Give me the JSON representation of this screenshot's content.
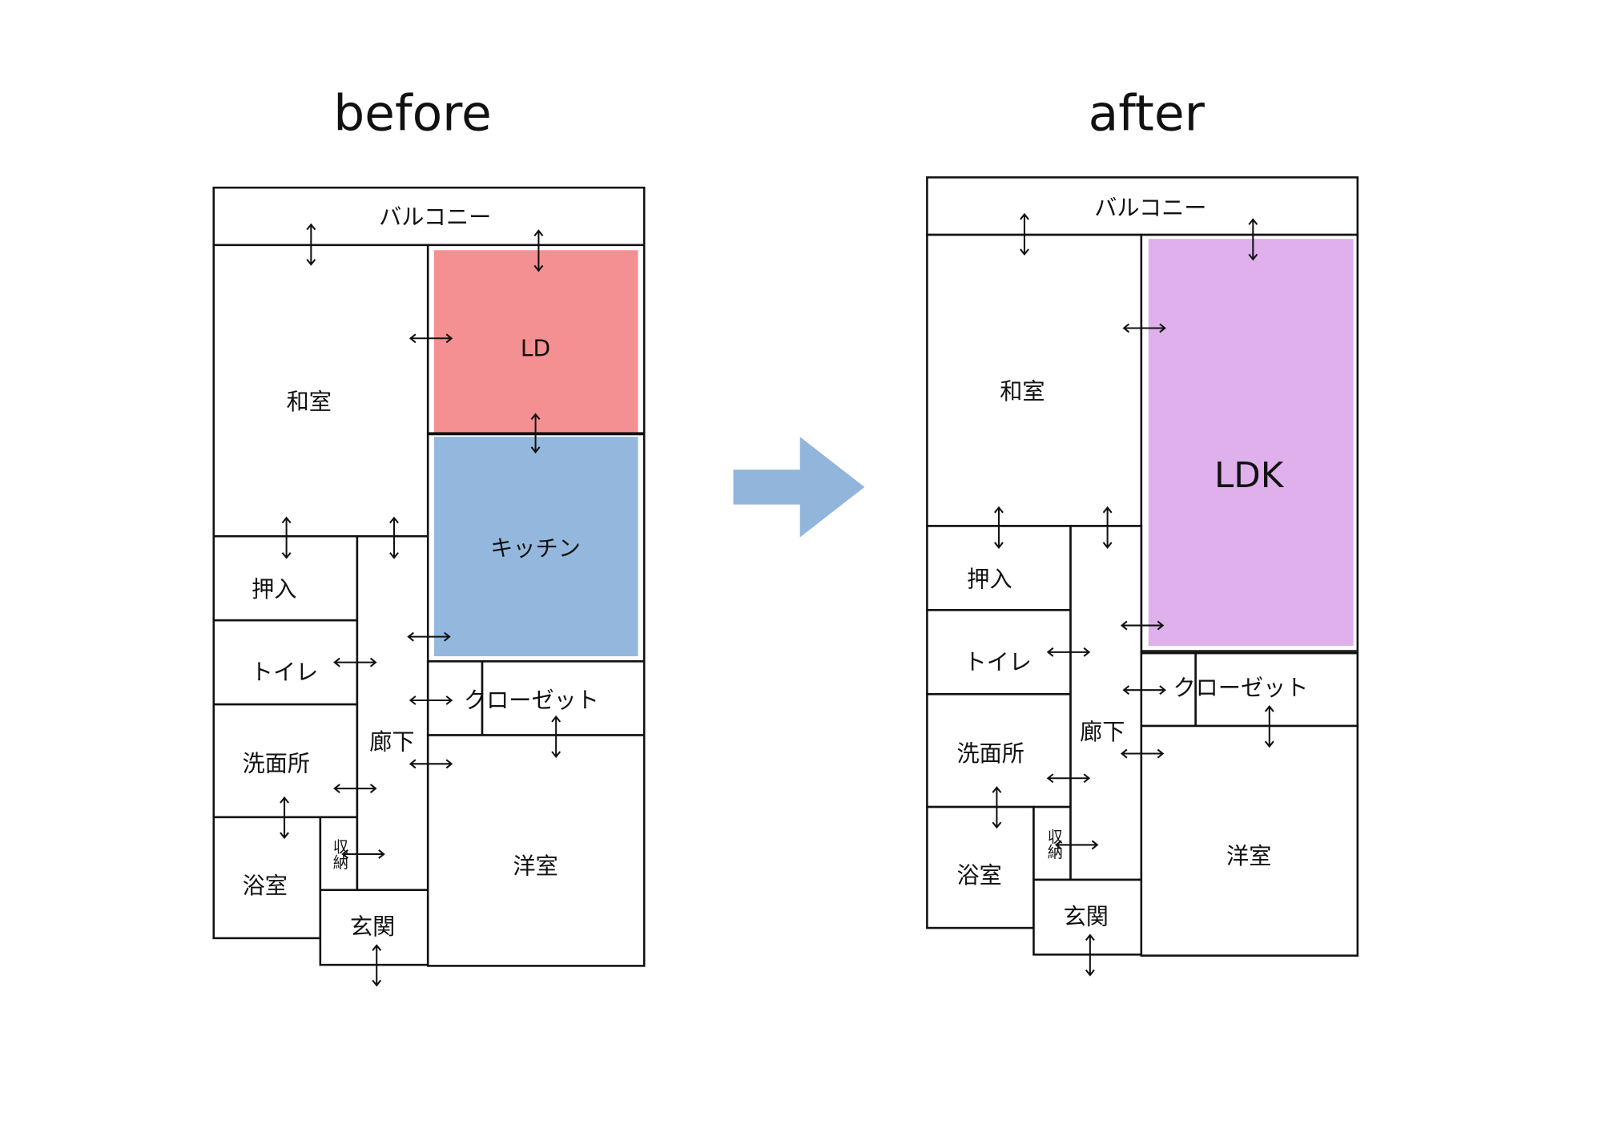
{
  "before": {
    "title": "before",
    "rooms": {
      "balcony": "バルコニー",
      "washitsu": "和室",
      "ld": "LD",
      "kitchen": "キッチン",
      "oshiire": "押入",
      "toilet": "トイレ",
      "senmenjo": "洗面所",
      "corridor": "廊下",
      "bath": "浴室",
      "storage": "収納",
      "entrance": "玄関",
      "closet": "クローゼット",
      "youshitsu": "洋室"
    }
  },
  "after": {
    "title": "after",
    "rooms": {
      "balcony": "バルコニー",
      "washitsu": "和室",
      "ldk": "LDK",
      "oshiire": "押入",
      "toilet": "トイレ",
      "senmenjo": "洗面所",
      "corridor": "廊下",
      "bath": "浴室",
      "storage": "収納",
      "entrance": "玄関",
      "closet": "クローゼット",
      "youshitsu": "洋室"
    }
  },
  "colors": {
    "ld": "#f59092",
    "kitchen": "#94b8dd",
    "ldk": "#dfb0ec",
    "transition_arrow": "#92b5dc"
  }
}
